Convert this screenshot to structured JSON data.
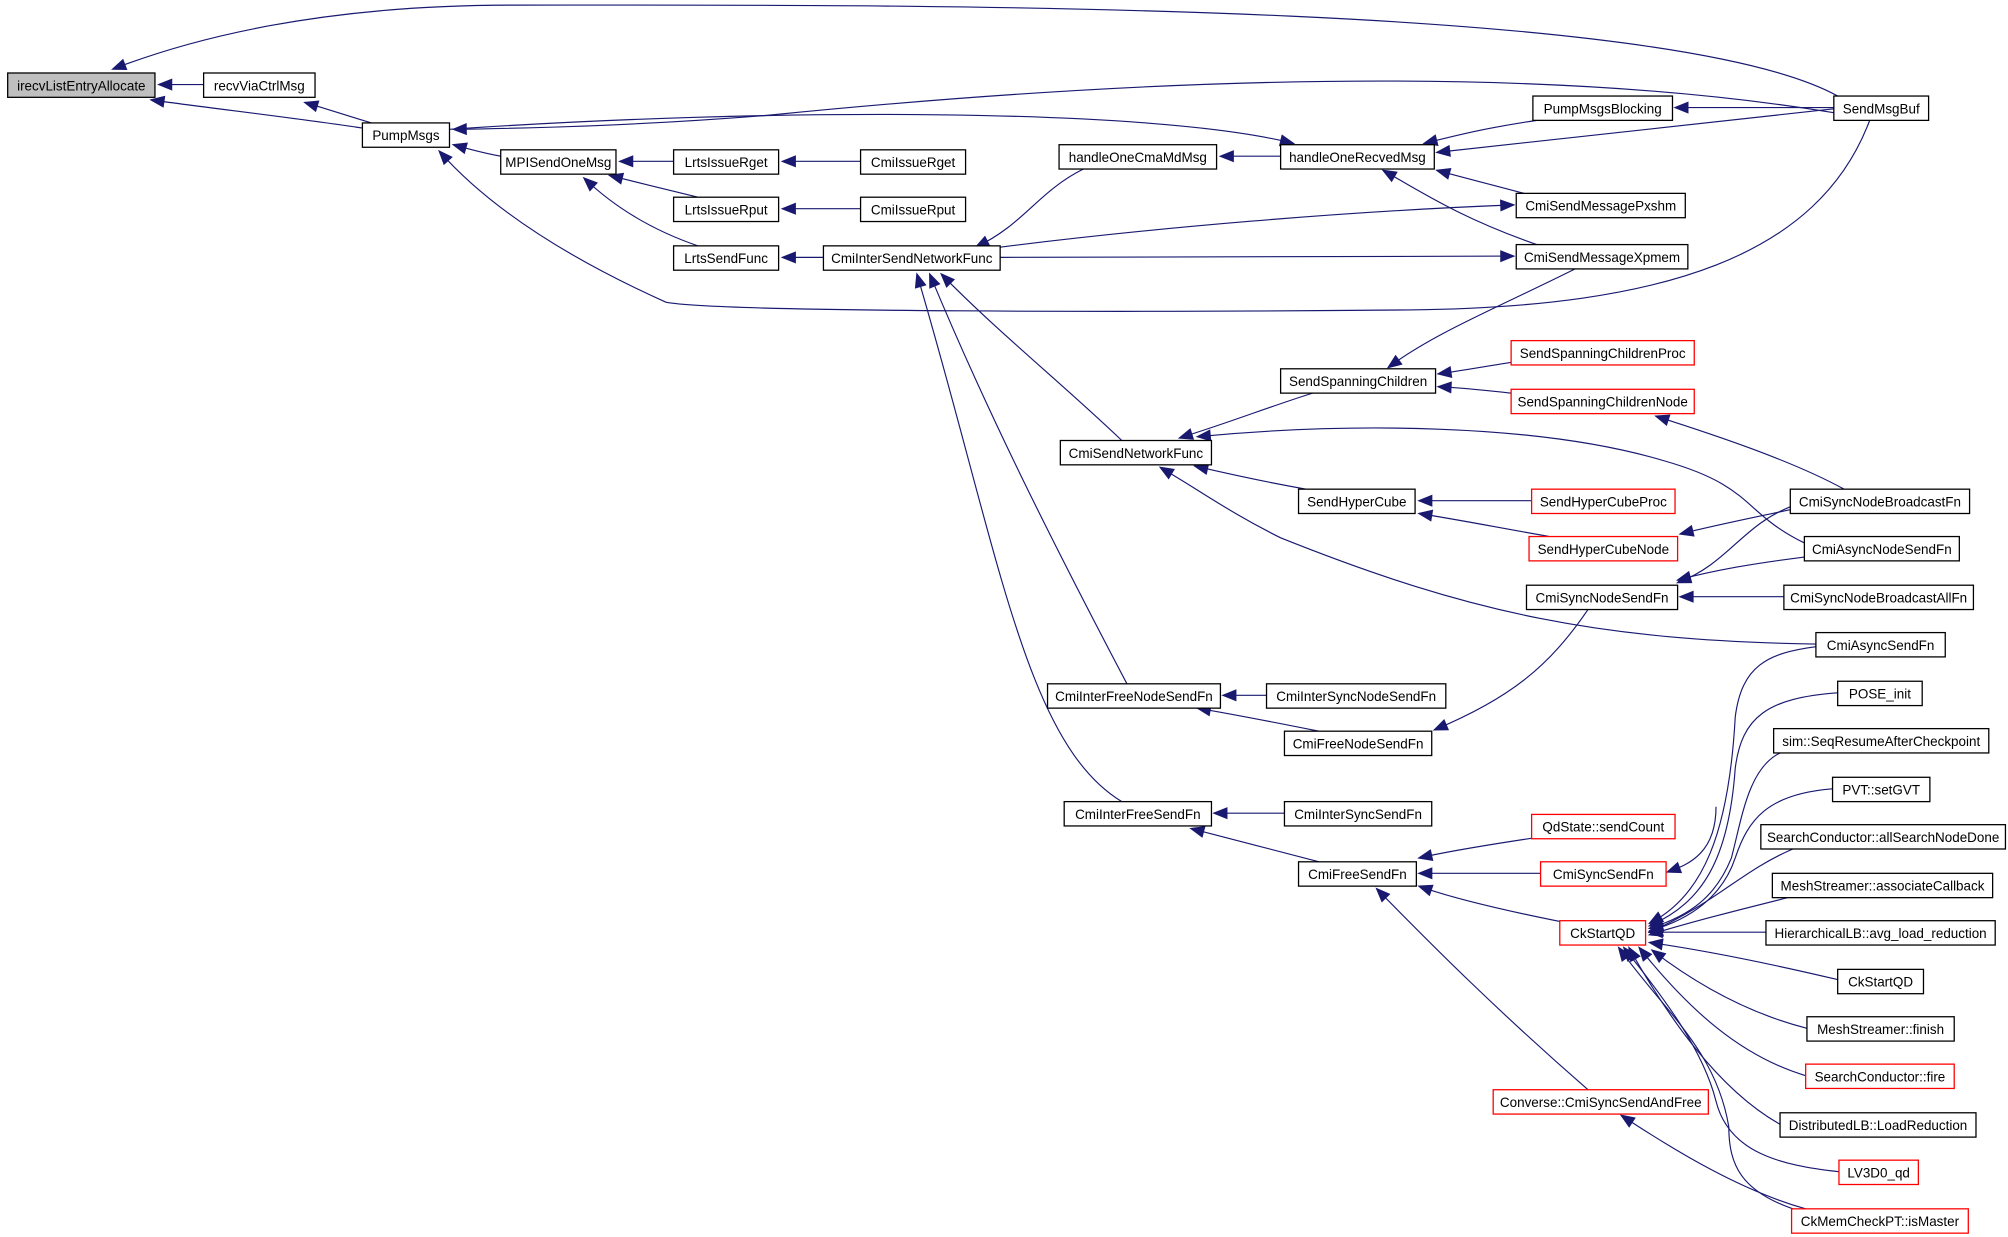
{
  "graph": {
    "title": "Caller graph of irecvListEntryAllocate",
    "edge_color": "#191970",
    "root_fill": "#bfbfbf",
    "link_border": "#000000",
    "incomplete_border": "#ff0000",
    "nodes": [
      {
        "id": "irecvListEntryAllocate",
        "label": "irecvListEntryAllocate",
        "style": "root"
      },
      {
        "id": "recvViaCtrlMsg",
        "label": "recvViaCtrlMsg",
        "style": "normal"
      },
      {
        "id": "PumpMsgs",
        "label": "PumpMsgs",
        "style": "normal"
      },
      {
        "id": "MPISendOneMsg",
        "label": "MPISendOneMsg",
        "style": "normal"
      },
      {
        "id": "LrtsIssueRget",
        "label": "LrtsIssueRget",
        "style": "normal"
      },
      {
        "id": "LrtsIssueRput",
        "label": "LrtsIssueRput",
        "style": "normal"
      },
      {
        "id": "LrtsSendFunc",
        "label": "LrtsSendFunc",
        "style": "normal"
      },
      {
        "id": "CmiIssueRget",
        "label": "CmiIssueRget",
        "style": "normal"
      },
      {
        "id": "CmiIssueRput",
        "label": "CmiIssueRput",
        "style": "normal"
      },
      {
        "id": "CmiInterSendNetworkFunc",
        "label": "CmiInterSendNetworkFunc",
        "style": "normal"
      },
      {
        "id": "handleOneCmaMdMsg",
        "label": "handleOneCmaMdMsg",
        "style": "normal"
      },
      {
        "id": "handleOneRecvedMsg",
        "label": "handleOneRecvedMsg",
        "style": "normal"
      },
      {
        "id": "PumpMsgsBlocking",
        "label": "PumpMsgsBlocking",
        "style": "normal"
      },
      {
        "id": "SendMsgBuf",
        "label": "SendMsgBuf",
        "style": "normal"
      },
      {
        "id": "CmiSendMessagePxshm",
        "label": "CmiSendMessagePxshm",
        "style": "normal"
      },
      {
        "id": "CmiSendMessageXpmem",
        "label": "CmiSendMessageXpmem",
        "style": "normal"
      },
      {
        "id": "SendSpanningChildren",
        "label": "SendSpanningChildren",
        "style": "normal"
      },
      {
        "id": "SendSpanningChildrenProc",
        "label": "SendSpanningChildrenProc",
        "style": "incomplete"
      },
      {
        "id": "SendSpanningChildrenNode",
        "label": "SendSpanningChildrenNode",
        "style": "incomplete"
      },
      {
        "id": "CmiSendNetworkFunc",
        "label": "CmiSendNetworkFunc",
        "style": "normal"
      },
      {
        "id": "SendHyperCube",
        "label": "SendHyperCube",
        "style": "normal"
      },
      {
        "id": "SendHyperCubeProc",
        "label": "SendHyperCubeProc",
        "style": "incomplete"
      },
      {
        "id": "SendHyperCubeNode",
        "label": "SendHyperCubeNode",
        "style": "incomplete"
      },
      {
        "id": "CmiSyncNodeBroadcastFn",
        "label": "CmiSyncNodeBroadcastFn",
        "style": "normal"
      },
      {
        "id": "CmiAsyncNodeSendFn",
        "label": "CmiAsyncNodeSendFn",
        "style": "normal"
      },
      {
        "id": "CmiSyncNodeSendFn",
        "label": "CmiSyncNodeSendFn",
        "style": "normal"
      },
      {
        "id": "CmiSyncNodeBroadcastAllFn",
        "label": "CmiSyncNodeBroadcastAllFn",
        "style": "normal"
      },
      {
        "id": "CmiAsyncSendFn",
        "label": "CmiAsyncSendFn",
        "style": "normal"
      },
      {
        "id": "CmiInterFreeNodeSendFn",
        "label": "CmiInterFreeNodeSendFn",
        "style": "normal"
      },
      {
        "id": "CmiInterSyncNodeSendFn",
        "label": "CmiInterSyncNodeSendFn",
        "style": "normal"
      },
      {
        "id": "CmiFreeNodeSendFn",
        "label": "CmiFreeNodeSendFn",
        "style": "normal"
      },
      {
        "id": "CmiInterFreeSendFn",
        "label": "CmiInterFreeSendFn",
        "style": "normal"
      },
      {
        "id": "CmiInterSyncSendFn",
        "label": "CmiInterSyncSendFn",
        "style": "normal"
      },
      {
        "id": "CmiFreeSendFn",
        "label": "CmiFreeSendFn",
        "style": "normal"
      },
      {
        "id": "QdState_sendCount",
        "label": "QdState::sendCount",
        "style": "incomplete"
      },
      {
        "id": "CmiSyncSendFn",
        "label": "CmiSyncSendFn",
        "style": "incomplete"
      },
      {
        "id": "CkStartQD",
        "label": "CkStartQD",
        "style": "incomplete"
      },
      {
        "id": "Converse_CmiSyncSendAndFree",
        "label": "Converse::CmiSyncSendAndFree",
        "style": "incomplete"
      },
      {
        "id": "POSE_init",
        "label": "POSE_init",
        "style": "normal"
      },
      {
        "id": "sim_SeqResumeAfterCheckpoint",
        "label": "sim::SeqResumeAfterCheckpoint",
        "style": "normal"
      },
      {
        "id": "PVT_setGVT",
        "label": "PVT::setGVT",
        "style": "normal"
      },
      {
        "id": "SearchConductor_allSearchNodeDone",
        "label": "SearchConductor::allSearchNodeDone",
        "style": "normal"
      },
      {
        "id": "MeshStreamer_associateCallback",
        "label": "MeshStreamer::associateCallback",
        "style": "normal"
      },
      {
        "id": "HierarchicalLB_avg_load_reduction",
        "label": "HierarchicalLB::avg_load_reduction",
        "style": "normal"
      },
      {
        "id": "CkStartQD_2",
        "label": "CkStartQD",
        "style": "normal"
      },
      {
        "id": "MeshStreamer_finish",
        "label": "MeshStreamer::finish",
        "style": "normal"
      },
      {
        "id": "SearchConductor_fire",
        "label": "SearchConductor::fire",
        "style": "incomplete"
      },
      {
        "id": "DistributedLB_LoadReduction",
        "label": "DistributedLB::LoadReduction",
        "style": "normal"
      },
      {
        "id": "LV3D0_qd",
        "label": "LV3D0_qd",
        "style": "incomplete"
      },
      {
        "id": "CkMemCheckPT_isMaster",
        "label": "CkMemCheckPT::isMaster",
        "style": "incomplete"
      }
    ],
    "edges": [
      {
        "from": "recvViaCtrlMsg",
        "to": "irecvListEntryAllocate"
      },
      {
        "from": "PumpMsgs",
        "to": "irecvListEntryAllocate"
      },
      {
        "from": "SendMsgBuf",
        "to": "irecvListEntryAllocate"
      },
      {
        "from": "PumpMsgs",
        "to": "recvViaCtrlMsg"
      },
      {
        "from": "MPISendOneMsg",
        "to": "PumpMsgs"
      },
      {
        "from": "SendMsgBuf",
        "to": "PumpMsgs"
      },
      {
        "from": "PumpMsgs",
        "to": "handleOneRecvedMsg"
      },
      {
        "from": "LrtsIssueRget",
        "to": "MPISendOneMsg"
      },
      {
        "from": "LrtsIssueRput",
        "to": "MPISendOneMsg"
      },
      {
        "from": "LrtsSendFunc",
        "to": "MPISendOneMsg"
      },
      {
        "from": "SendMsgBuf",
        "to": "MPISendOneMsg"
      },
      {
        "from": "CmiIssueRget",
        "to": "LrtsIssueRget"
      },
      {
        "from": "CmiIssueRput",
        "to": "LrtsIssueRput"
      },
      {
        "from": "CmiInterSendNetworkFunc",
        "to": "LrtsSendFunc"
      },
      {
        "from": "handleOneCmaMdMsg",
        "to": "CmiInterSendNetworkFunc"
      },
      {
        "from": "handleOneRecvedMsg",
        "to": "handleOneCmaMdMsg"
      },
      {
        "from": "PumpMsgsBlocking",
        "to": "handleOneRecvedMsg"
      },
      {
        "from": "SendMsgBuf",
        "to": "handleOneRecvedMsg"
      },
      {
        "from": "CmiSendMessagePxshm",
        "to": "handleOneRecvedMsg"
      },
      {
        "from": "CmiSendMessageXpmem",
        "to": "handleOneRecvedMsg"
      },
      {
        "from": "SendMsgBuf",
        "to": "PumpMsgsBlocking"
      },
      {
        "from": "CmiInterSendNetworkFunc",
        "to": "CmiSendMessagePxshm"
      },
      {
        "from": "CmiInterSendNetworkFunc",
        "to": "CmiSendMessageXpmem"
      },
      {
        "from": "CmiSendMessageXpmem",
        "to": "SendSpanningChildren"
      },
      {
        "from": "CmiSendNetworkFunc",
        "to": "CmiInterSendNetworkFunc"
      },
      {
        "from": "CmiInterFreeNodeSendFn",
        "to": "CmiInterSendNetworkFunc"
      },
      {
        "from": "CmiInterFreeSendFn",
        "to": "CmiInterSendNetworkFunc"
      },
      {
        "from": "SendSpanningChildren",
        "to": "CmiSendNetworkFunc"
      },
      {
        "from": "SendHyperCube",
        "to": "CmiSendNetworkFunc"
      },
      {
        "from": "CmiAsyncNodeSendFn",
        "to": "CmiSendNetworkFunc"
      },
      {
        "from": "CmiAsyncSendFn",
        "to": "CmiSendNetworkFunc"
      },
      {
        "from": "SendSpanningChildrenProc",
        "to": "SendSpanningChildren"
      },
      {
        "from": "SendSpanningChildrenNode",
        "to": "SendSpanningChildren"
      },
      {
        "from": "CmiSyncNodeBroadcastFn",
        "to": "SendSpanningChildrenNode"
      },
      {
        "from": "SendHyperCubeProc",
        "to": "SendHyperCube"
      },
      {
        "from": "SendHyperCubeNode",
        "to": "SendHyperCube"
      },
      {
        "from": "CmiSyncNodeBroadcastFn",
        "to": "SendHyperCubeNode"
      },
      {
        "from": "CmiSyncNodeBroadcastFn",
        "to": "CmiSyncNodeSendFn"
      },
      {
        "from": "CmiAsyncNodeSendFn",
        "to": "CmiSyncNodeSendFn"
      },
      {
        "from": "CmiSyncNodeBroadcastAllFn",
        "to": "CmiSyncNodeSendFn"
      },
      {
        "from": "CmiSyncNodeSendFn",
        "to": "CmiFreeNodeSendFn"
      },
      {
        "from": "CmiInterSyncNodeSendFn",
        "to": "CmiInterFreeNodeSendFn"
      },
      {
        "from": "CmiFreeNodeSendFn",
        "to": "CmiInterFreeNodeSendFn"
      },
      {
        "from": "CmiInterSyncSendFn",
        "to": "CmiInterFreeSendFn"
      },
      {
        "from": "CmiFreeSendFn",
        "to": "CmiInterFreeSendFn"
      },
      {
        "from": "QdState_sendCount",
        "to": "CmiFreeSendFn"
      },
      {
        "from": "CmiSyncSendFn",
        "to": "CmiFreeSendFn"
      },
      {
        "from": "CkStartQD",
        "to": "CmiFreeSendFn"
      },
      {
        "from": "Converse_CmiSyncSendAndFree",
        "to": "CmiFreeSendFn"
      },
      {
        "from": "CkStartQD",
        "to": "CmiSyncSendFn"
      },
      {
        "from": "CmiAsyncSendFn",
        "to": "CkStartQD"
      },
      {
        "from": "POSE_init",
        "to": "CkStartQD"
      },
      {
        "from": "sim_SeqResumeAfterCheckpoint",
        "to": "CkStartQD"
      },
      {
        "from": "PVT_setGVT",
        "to": "CkStartQD"
      },
      {
        "from": "SearchConductor_allSearchNodeDone",
        "to": "CkStartQD"
      },
      {
        "from": "MeshStreamer_associateCallback",
        "to": "CkStartQD"
      },
      {
        "from": "HierarchicalLB_avg_load_reduction",
        "to": "CkStartQD"
      },
      {
        "from": "CkStartQD_2",
        "to": "CkStartQD"
      },
      {
        "from": "MeshStreamer_finish",
        "to": "CkStartQD"
      },
      {
        "from": "SearchConductor_fire",
        "to": "CkStartQD"
      },
      {
        "from": "DistributedLB_LoadReduction",
        "to": "CkStartQD"
      },
      {
        "from": "LV3D0_qd",
        "to": "CkStartQD"
      },
      {
        "from": "CkMemCheckPT_isMaster",
        "to": "CkStartQD"
      },
      {
        "from": "CkMemCheckPT_isMaster",
        "to": "Converse_CmiSyncSendAndFree"
      }
    ]
  }
}
